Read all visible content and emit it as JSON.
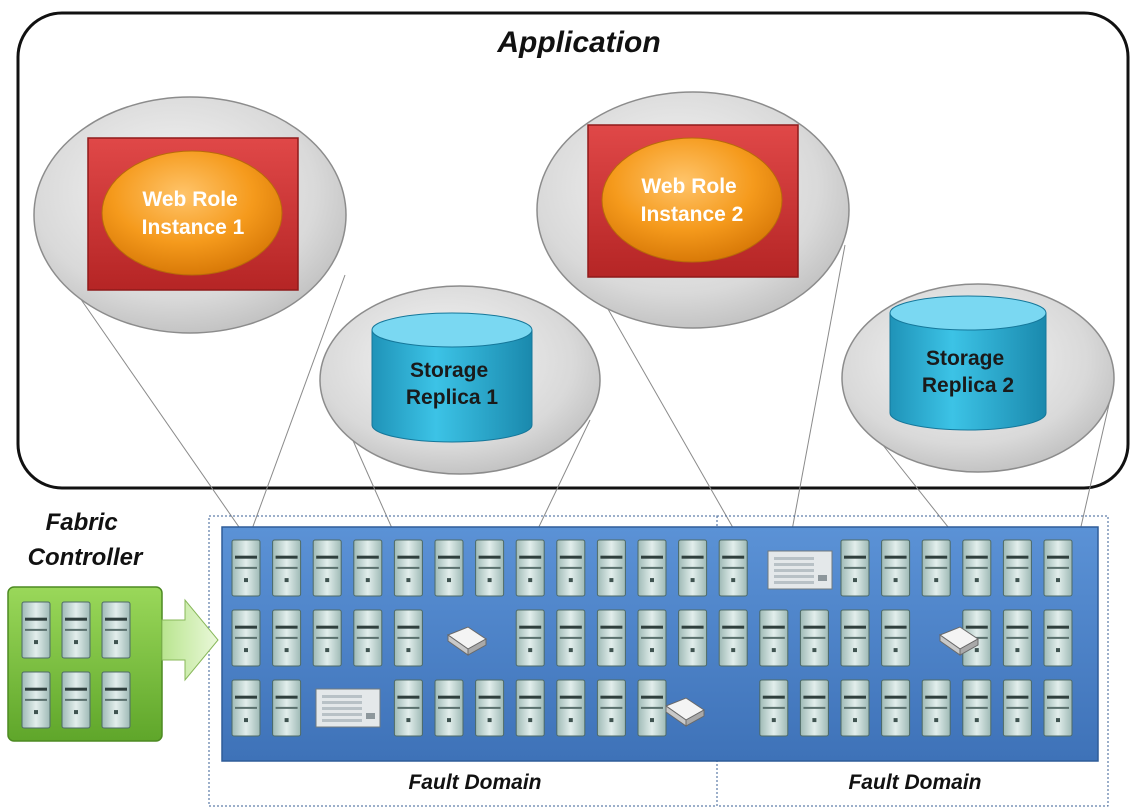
{
  "application": {
    "title": "Application",
    "web_roles": [
      {
        "line1": "Web Role",
        "line2": "Instance 1"
      },
      {
        "line1": "Web Role",
        "line2": "Instance 2"
      }
    ],
    "storage": [
      {
        "line1": "Storage",
        "line2": "Replica 1"
      },
      {
        "line1": "Storage",
        "line2": "Replica 2"
      }
    ]
  },
  "fabric_controller": {
    "line1": "Fabric",
    "line2": "Controller"
  },
  "fault_domains": [
    {
      "label": "Fault Domain"
    },
    {
      "label": "Fault Domain"
    }
  ],
  "colors": {
    "role_box": "#cc2f2f",
    "role_ellipse": "#f59a1c",
    "storage_cylinder": "#2aaed3",
    "datacenter": "#4a7fc6",
    "controller": "#7cc23a",
    "server": "#c6dcd8"
  }
}
